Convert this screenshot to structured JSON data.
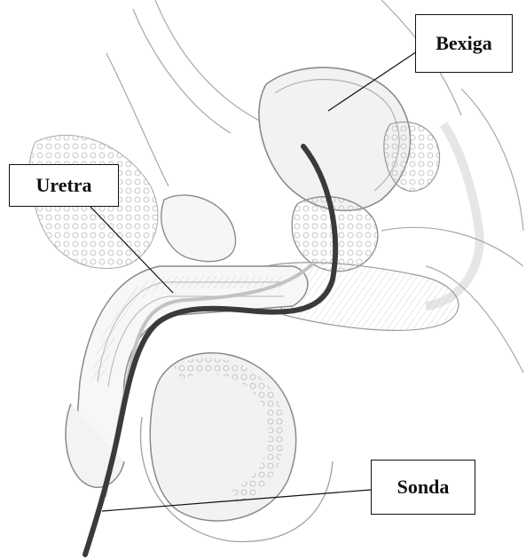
{
  "labels": {
    "bexiga": "Bexiga",
    "uretra": "Uretra",
    "sonda": "Sonda"
  },
  "colors": {
    "background": "#ffffff",
    "outline": "#111111",
    "tissue_line": "#9a9a9a",
    "catheter": "#3a3a3a"
  }
}
